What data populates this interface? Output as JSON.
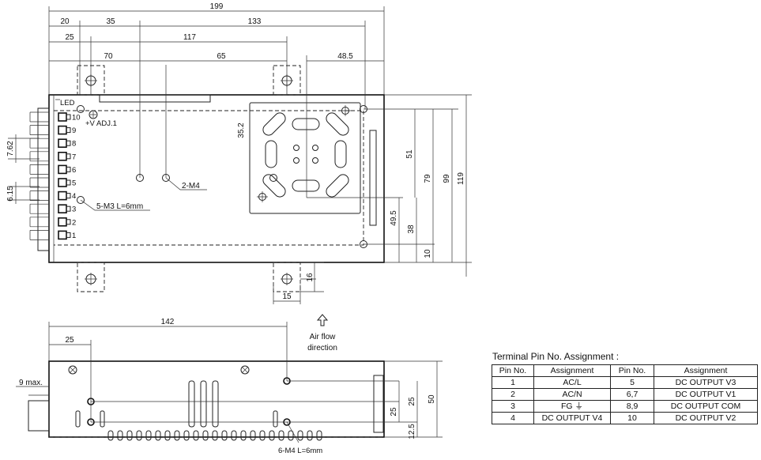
{
  "top_view": {
    "dims_horizontal": [
      "199",
      "20",
      "35",
      "133",
      "25",
      "117",
      "70",
      "65",
      "48.5",
      "15"
    ],
    "dims_vertical": [
      "35.2",
      "51",
      "79",
      "99",
      "119",
      "49.5",
      "38",
      "10",
      "16",
      "7.62",
      "6.15"
    ],
    "labels": {
      "led": "LED",
      "adj": "+V ADJ.1",
      "m4": "2-M4",
      "m3": "5-M3 L=6mm"
    },
    "terminal_numbers": [
      "10",
      "9",
      "8",
      "7",
      "6",
      "5",
      "4",
      "3",
      "2",
      "1"
    ]
  },
  "side_view": {
    "dims_horizontal": [
      "142",
      "25"
    ],
    "dims_vertical": [
      "9 max.",
      "25",
      "25",
      "50",
      "12.5"
    ],
    "labels": {
      "airflow_line1": "Air flow",
      "airflow_line2": "direction",
      "m4": "6-M4 L=6mm"
    }
  },
  "pin_table": {
    "title": "Terminal Pin No.  Assignment :",
    "headers": [
      "Pin No.",
      "Assignment",
      "Pin No.",
      "Assignment"
    ],
    "rows": [
      [
        "1",
        "AC/L",
        "5",
        "DC OUTPUT V3"
      ],
      [
        "2",
        "AC/N",
        "6,7",
        "DC OUTPUT V1"
      ],
      [
        "3",
        "FG ⏚",
        "8,9",
        "DC OUTPUT COM"
      ],
      [
        "4",
        "DC OUTPUT V4",
        "10",
        "DC OUTPUT V2"
      ]
    ]
  }
}
